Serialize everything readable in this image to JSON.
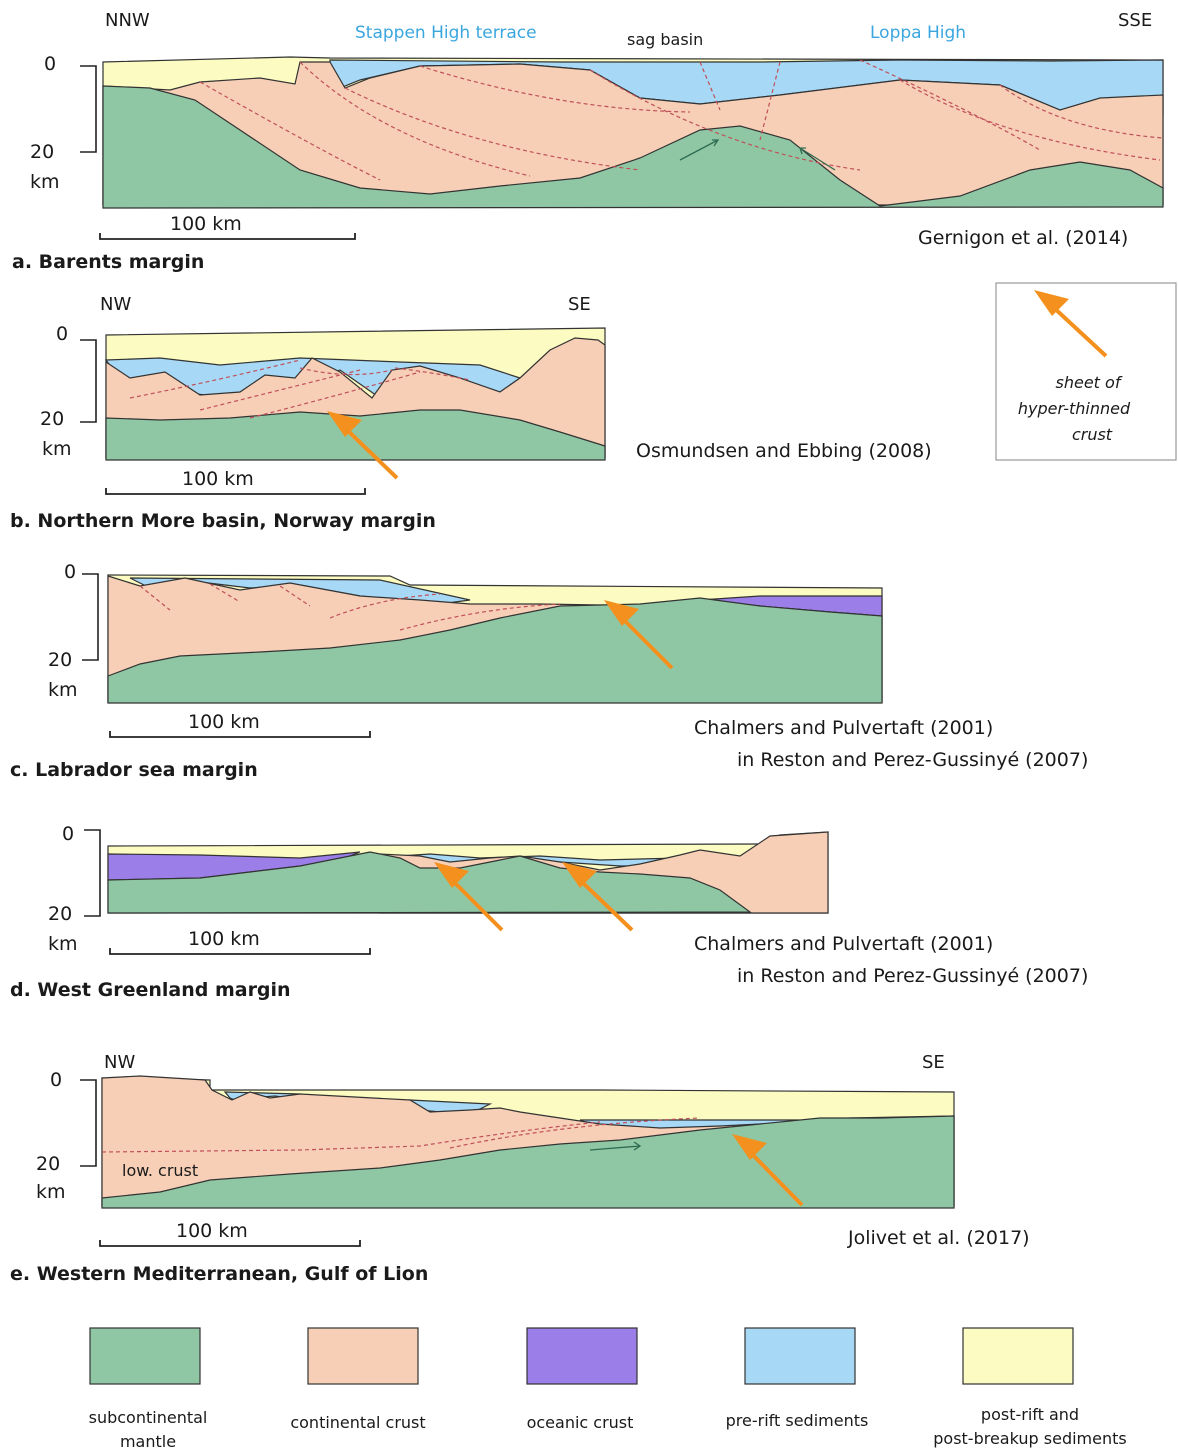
{
  "panels": {
    "a": {
      "title": "a. Barents margin",
      "left_dir": "NNW",
      "right_dir": "SSE",
      "labels": [
        "Stappen High terrace",
        "sag basin",
        "Loppa High"
      ],
      "depth_top": "0",
      "depth_bottom": "20",
      "depth_unit": "km",
      "scale": "100 km",
      "citation": "Gernigon et al. (2014)"
    },
    "b": {
      "title": "b. Northern More basin, Norway margin",
      "left_dir": "NW",
      "right_dir": "SE",
      "depth_top": "0",
      "depth_bottom": "20",
      "depth_unit": "km",
      "scale": "100 km",
      "citation": "Osmundsen and Ebbing (2008)"
    },
    "c": {
      "title": "c. Labrador sea margin",
      "depth_top": "0",
      "depth_bottom": "20",
      "depth_unit": "km",
      "scale": "100 km",
      "citation_line1": "Chalmers and Pulvertaft  (2001)",
      "citation_line2": "in Reston and Perez-Gussinyé  (2007)"
    },
    "d": {
      "title": "d. West Greenland margin",
      "depth_top": "0",
      "depth_bottom": "20",
      "depth_unit": "km",
      "scale": "100 km",
      "citation_line1": "Chalmers and Pulvertaft  (2001)",
      "citation_line2": "in Reston and Perez-Gussinyé  (2007)"
    },
    "e": {
      "title": "e. Western Mediterranean, Gulf of Lion",
      "left_dir": "NW",
      "right_dir": "SE",
      "label": "low. crust",
      "depth_top": "0",
      "depth_bottom": "20",
      "depth_unit": "km",
      "scale": "100 km",
      "citation": "Jolivet et al. (2017)"
    }
  },
  "arrow_legend": {
    "line1": "sheet of",
    "line2": "hyper-thinned",
    "line3": "crust"
  },
  "legend": {
    "mantle_line1": "subcontinental",
    "mantle_line2": "mantle",
    "crust": "continental crust",
    "oceanic": "oceanic crust",
    "prerift": "pre-rift sediments",
    "postrift_line1": "post-rift and",
    "postrift_line2": "post-breakup sediments"
  },
  "colors": {
    "mantle": "#8fc7a4",
    "continental_crust": "#f7cfb6",
    "oceanic_crust": "#9b7ee8",
    "pre_rift_sediments": "#a7d8f5",
    "post_rift_sediments": "#fbfbc2",
    "arrow": "#f4901e"
  }
}
